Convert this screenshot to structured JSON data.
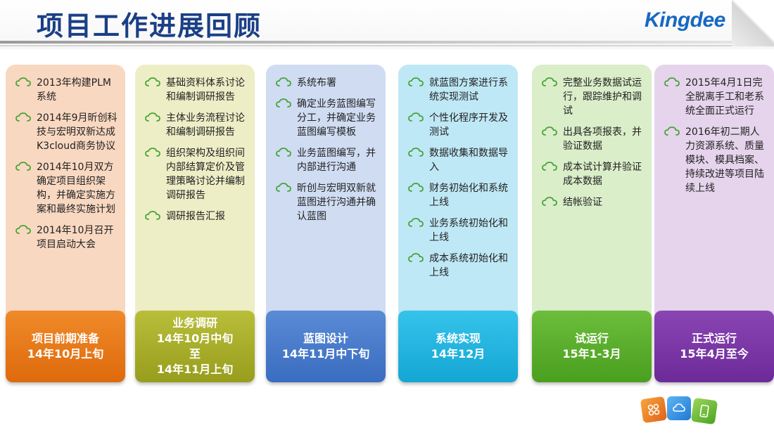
{
  "header": {
    "title": "项目工作进展回顾",
    "logo": "Kingdee"
  },
  "bullet_icon": "cloud-icon",
  "colors": {
    "title": "#1a3f86",
    "logo": "#1768c2",
    "bullet": "#4aa33a"
  },
  "columns": [
    {
      "items": [
        "2013年构建PLM系统",
        "2014年9月昕创科技与宏明双新达成K3cloud商务协议",
        "2014年10月双方确定项目组织架构，并确定实施方案和最终实施计划",
        "2014年10月召开项目启动大会"
      ],
      "footer": [
        "项目前期准备",
        "14年10月上旬"
      ]
    },
    {
      "items": [
        "基础资料体系讨论和编制调研报告",
        "主体业务流程讨论和编制调研报告",
        "组织架构及组织间内部结算定价及管理策略讨论并编制调研报告",
        "调研报告汇报"
      ],
      "footer": [
        "业务调研",
        "14年10月中旬",
        "至",
        "14年11月上旬"
      ]
    },
    {
      "items": [
        "系统布署",
        "确定业务蓝图编写分工，并确定业务蓝图编写模板",
        "业务蓝图编写，并内部进行沟通",
        "昕创与宏明双新就蓝图进行沟通并确认蓝图"
      ],
      "footer": [
        "蓝图设计",
        "14年11月中下旬"
      ]
    },
    {
      "items": [
        "就蓝图方案进行系统实现测试",
        "个性化程序开发及测试",
        "数据收集和数据导入",
        "财务初始化和系统上线",
        "业务系统初始化和上线",
        "成本系统初始化和上线"
      ],
      "footer": [
        "系统实现",
        "14年12月"
      ]
    },
    {
      "items": [
        "完整业务数据试运行，跟踪维护和调试",
        "出具各项报表，并验证数据",
        "成本试计算并验证成本数据",
        "结帐验证"
      ],
      "footer": [
        "试运行",
        "15年1-3月"
      ]
    },
    {
      "items": [
        "2015年4月1日完全脱离手工和老系统全面正式运行",
        "2016年初二期人力资源系统、质量模块、模具档案、持续改进等项目陆续上线"
      ],
      "footer": [
        "正式运行",
        "15年4月至今"
      ]
    }
  ]
}
